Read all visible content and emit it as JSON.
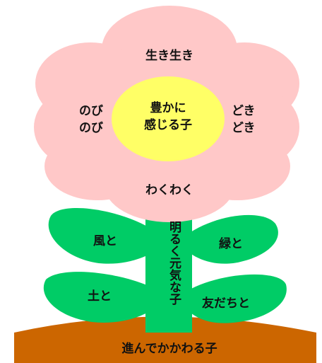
{
  "colors": {
    "petal": "#ffc8c8",
    "center": "#ffff66",
    "leaf": "#00cc66",
    "ground": "#cc6600"
  },
  "flower": {
    "center_line1": "豊かに",
    "center_line2": "感じる子",
    "petal_top": "生き生き",
    "petal_left_line1": "のび",
    "petal_left_line2": "のび",
    "petal_right_line1": "どき",
    "petal_right_line2": "どき",
    "petal_bottom": "わくわく"
  },
  "stem": {
    "label": "明るく元気な子"
  },
  "leaves": {
    "upper_left": "風と",
    "upper_right": "緑と",
    "lower_left": "土と",
    "lower_right": "友だちと"
  },
  "ground": {
    "label": "進んでかかわる子"
  }
}
